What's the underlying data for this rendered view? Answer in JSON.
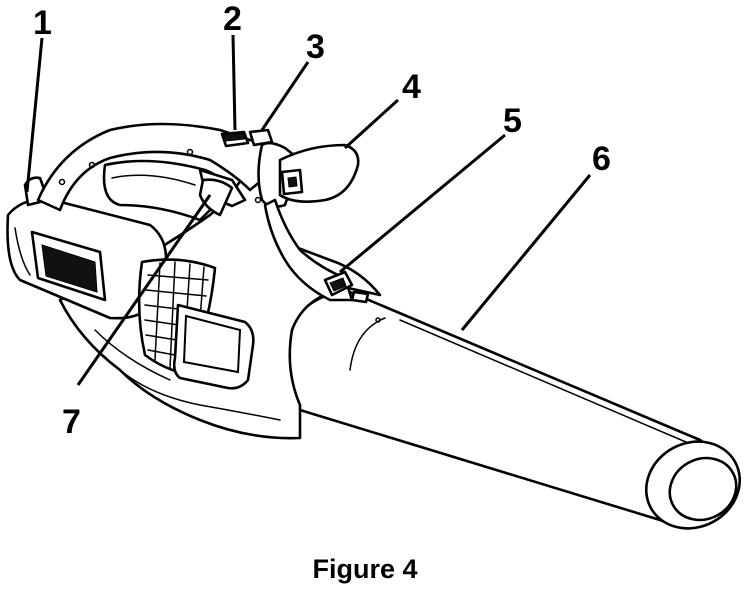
{
  "figure": {
    "caption": "Figure 4",
    "callouts": [
      {
        "id": "1",
        "label": "1"
      },
      {
        "id": "2",
        "label": "2"
      },
      {
        "id": "3",
        "label": "3"
      },
      {
        "id": "4",
        "label": "4"
      },
      {
        "id": "5",
        "label": "5"
      },
      {
        "id": "6",
        "label": "6"
      },
      {
        "id": "7",
        "label": "7"
      }
    ]
  },
  "colors": {
    "line": "#000000",
    "background": "#ffffff"
  }
}
